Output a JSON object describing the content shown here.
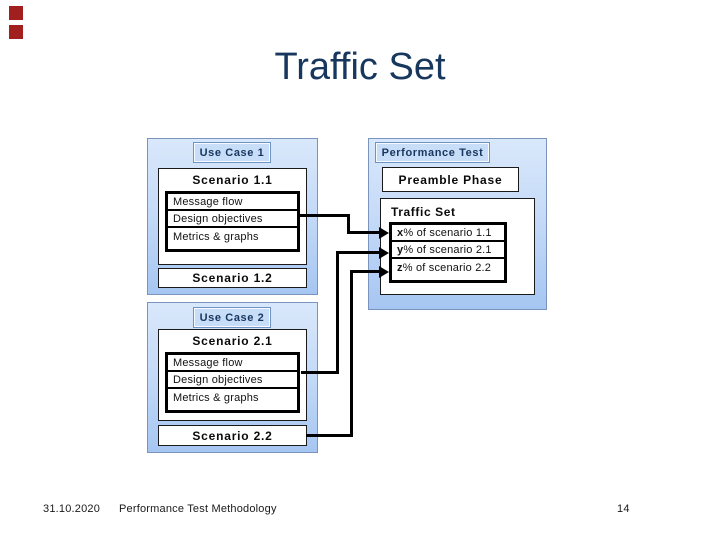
{
  "slide": {
    "title": "Traffic Set",
    "footer": {
      "date": "31.10.2020",
      "subtitle": "Performance Test Methodology",
      "page_number": "14"
    }
  },
  "use_case_1": {
    "label": "Use Case 1",
    "scenario_1": {
      "title": "Scenario 1.1",
      "rows": [
        "Message flow",
        "Design objectives",
        "Metrics & graphs"
      ]
    },
    "scenario_2_label": "Scenario 1.2"
  },
  "use_case_2": {
    "label": "Use Case 2",
    "scenario_1": {
      "title": "Scenario 2.1",
      "rows": [
        "Message flow",
        "Design objectives",
        "Metrics & graphs"
      ]
    },
    "scenario_2_label": "Scenario 2.2"
  },
  "performance_test": {
    "label": "Performance Test",
    "preamble_label": "Preamble Phase",
    "traffic_set": {
      "title": "Traffic Set",
      "rows": [
        {
          "prefix": "x",
          "rest": "% of scenario 1.1"
        },
        {
          "prefix": "y",
          "rest": "% of scenario 2.1"
        },
        {
          "prefix": "z",
          "rest": "% of scenario 2.2"
        }
      ]
    }
  },
  "colors": {
    "title_text": "#17375e",
    "container_border": "#7b94bd",
    "container_fill_top": "#d9e8fb",
    "container_fill_bottom": "#a6c6f2",
    "label_fill": "#c8ddf8",
    "label_border": "#6f94c4",
    "label_text": "#17375e",
    "connector": "#000000",
    "marker_red": "#a21f1f"
  }
}
